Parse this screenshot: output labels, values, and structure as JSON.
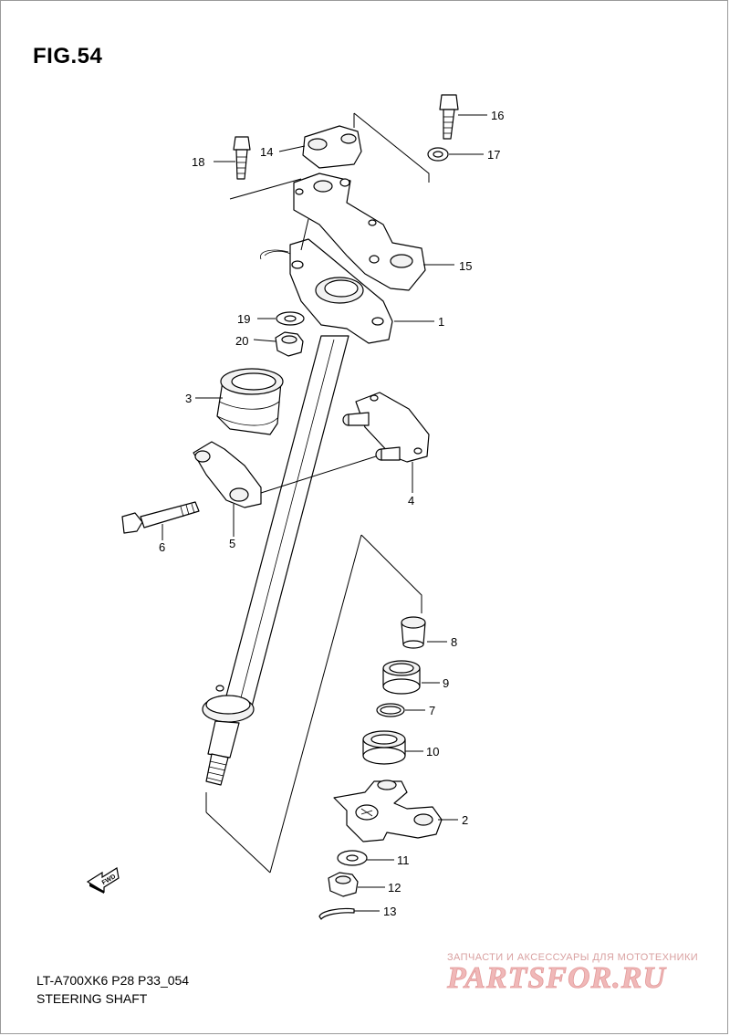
{
  "figure": {
    "title": "FIG.54",
    "model_code": "LT-A700XK6 P28 P33_054",
    "section_title": "STEERING SHAFT"
  },
  "callouts": [
    "1",
    "2",
    "3",
    "4",
    "5",
    "6",
    "7",
    "8",
    "9",
    "10",
    "11",
    "12",
    "13",
    "14",
    "15",
    "16",
    "17",
    "18",
    "19",
    "20"
  ],
  "fwd_label": "FWD",
  "watermark": {
    "tagline": "ЗАПЧАСТИ И АКСЕССУАРЫ ДЛЯ МОТОТЕХНИКИ",
    "logo_text": "PARTSFOR.RU",
    "color": "#e9a3a3"
  }
}
